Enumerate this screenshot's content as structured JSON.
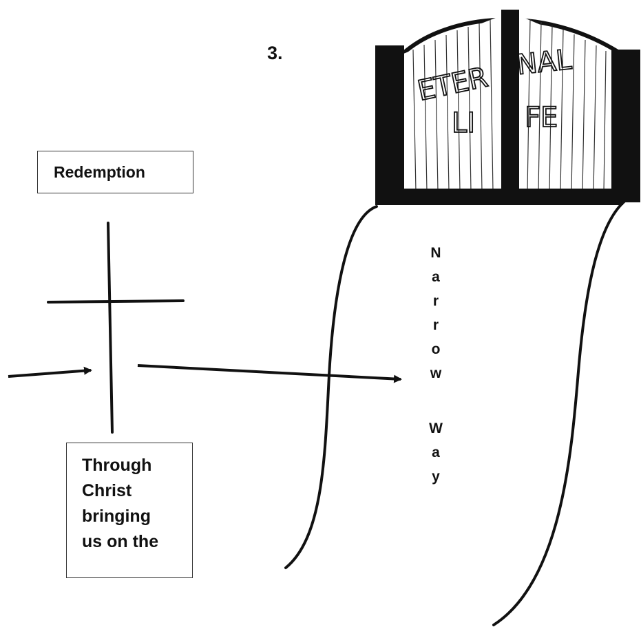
{
  "step_number": "3.",
  "redemption_label": "Redemption",
  "through_lines": [
    "Through",
    "Christ",
    "bringing",
    "us on the"
  ],
  "gate_text": {
    "line1_left": "ETER",
    "line1_right": "NAL",
    "line2_left": "LI",
    "line2_right": "FE"
  },
  "path_letters_top": [
    "N",
    "a",
    "r",
    "r",
    "o",
    "w"
  ],
  "path_letters_bottom": [
    "W",
    "a",
    "y"
  ]
}
